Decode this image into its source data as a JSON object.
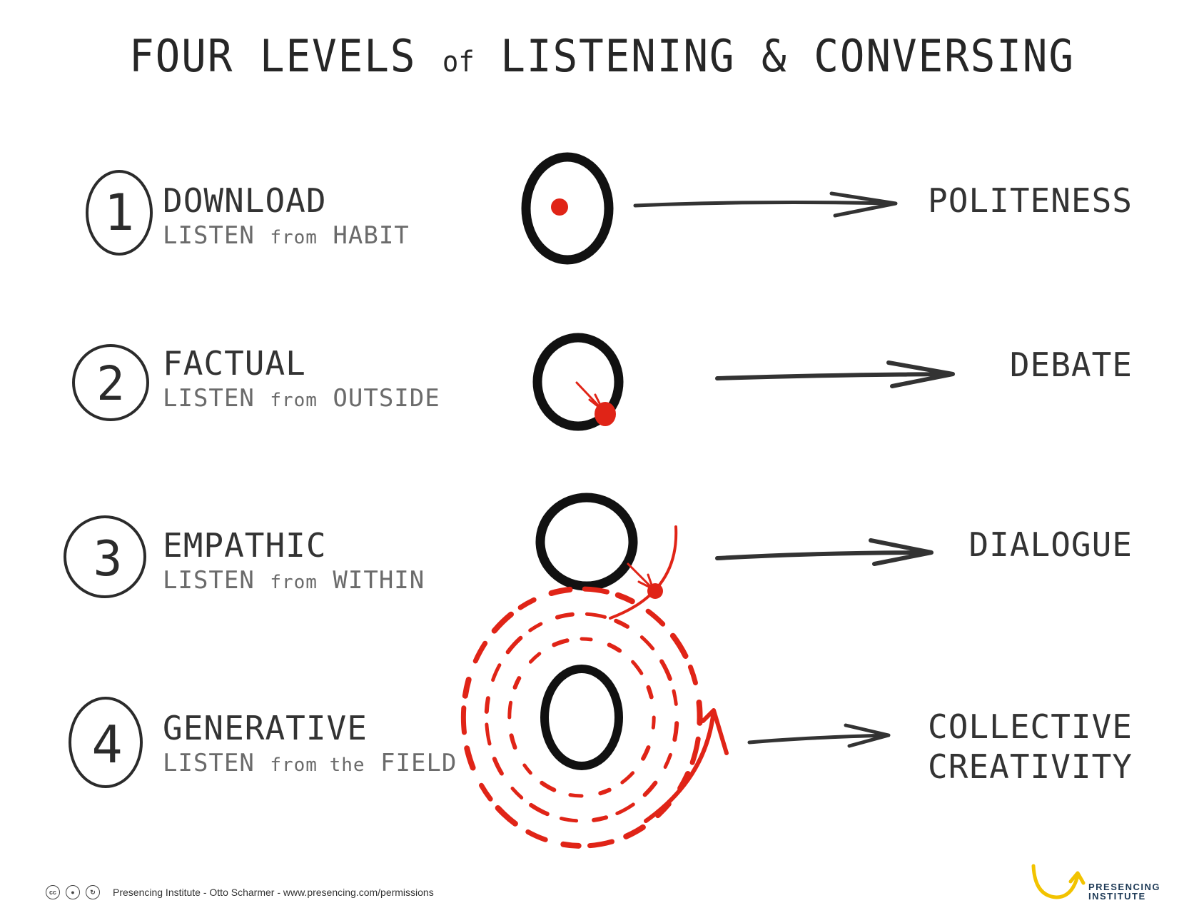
{
  "title": {
    "part1": "FOUR LEVELS",
    "of": "of",
    "part2": "LISTENING & CONVERSING"
  },
  "levels": [
    {
      "number": "1",
      "name": "DOWNLOAD",
      "listen": "LISTEN",
      "from": "from",
      "source": "HABIT",
      "outcome": "POLITENESS"
    },
    {
      "number": "2",
      "name": "FACTUAL",
      "listen": "LISTEN",
      "from": "from",
      "source": "OUTSIDE",
      "outcome": "DEBATE"
    },
    {
      "number": "3",
      "name": "EMPATHIC",
      "listen": "LISTEN",
      "from": "from",
      "source": "WITHIN",
      "outcome": "DIALOGUE"
    },
    {
      "number": "4",
      "name": "GENERATIVE",
      "listen": "LISTEN",
      "from": "from the",
      "source": "FIELD",
      "outcome_line1": "COLLECTIVE",
      "outcome_line2": "CREATIVITY"
    }
  ],
  "footer": {
    "icons": [
      "cc",
      "by",
      "sa"
    ],
    "credit": "Presencing Institute - Otto Scharmer - www.presencing.com/permissions"
  },
  "logo": {
    "line1": "PRESENCING",
    "line2": "INSTITUTE",
    "color": "#f2c300",
    "text_color": "#1f3b57"
  },
  "colors": {
    "ink": "#111111",
    "accent": "#e02417"
  }
}
